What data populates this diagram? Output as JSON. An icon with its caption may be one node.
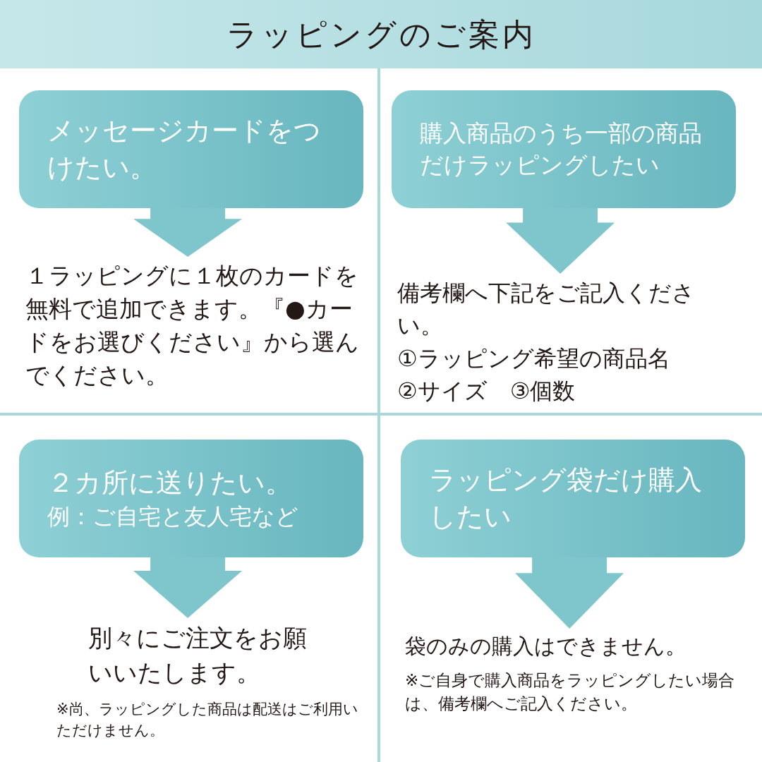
{
  "diagram": {
    "title": "ラッピングのご案内",
    "nodes": [
      {
        "text": [
          "メッセージカードをつけたい。"
        ]
      },
      {
        "text": [
          "１ラッピングに１枚のカードを無料で追加できます。『●カードをお選びください』から選んでください。"
        ]
      },
      {
        "text": [
          "購入商品のうち一部の商品だけラッピングしたい"
        ]
      },
      {
        "text": [
          "備考欄へ下記をご記入ください。",
          "①ラッピング希望の商品名",
          "②サイズ　③個数"
        ]
      },
      {
        "text": [
          "２カ所に送りたい。",
          "例：ご自宅と友人宅など"
        ]
      },
      {
        "text": [
          "別々にご注文をお願いいたします。"
        ],
        "beside": [
          "※尚、ラッピングした商品は配送はご利用いただけません。"
        ]
      },
      {
        "text": [
          "ラッピング袋だけ購入したい"
        ]
      },
      {
        "text": [
          "袋のみの購入はできません。"
        ],
        "beside": [
          "※ご自身で購入商品をラッピングしたい場合は、備考欄へご記入ください。"
        ]
      }
    ],
    "edges": [
      {
        "from": 0,
        "to": 1,
        "arrow": "to"
      },
      {
        "from": 2,
        "to": 3,
        "arrow": "to"
      },
      {
        "from": 4,
        "to": 5,
        "arrow": "to"
      },
      {
        "from": 6,
        "to": 7,
        "arrow": "to"
      }
    ]
  }
}
